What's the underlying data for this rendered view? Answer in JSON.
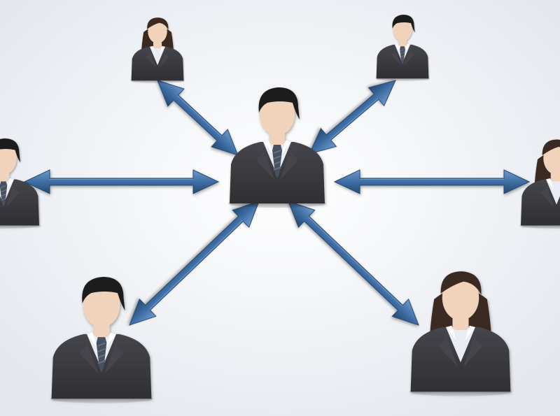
{
  "diagram": {
    "type": "network",
    "center_node": {
      "id": "hub",
      "figure": "man-avatar-icon"
    },
    "nodes": [
      {
        "id": "top-left",
        "figure": "woman-avatar-icon"
      },
      {
        "id": "top-right",
        "figure": "man-avatar-icon"
      },
      {
        "id": "left",
        "figure": "man-avatar-icon"
      },
      {
        "id": "right",
        "figure": "woman-avatar-icon"
      },
      {
        "id": "bottom-left",
        "figure": "man-avatar-icon"
      },
      {
        "id": "bottom-right",
        "figure": "woman-avatar-icon"
      }
    ],
    "connections": [
      {
        "from": "hub",
        "to": "top-left",
        "direction": "bidirectional"
      },
      {
        "from": "hub",
        "to": "top-right",
        "direction": "bidirectional"
      },
      {
        "from": "hub",
        "to": "left",
        "direction": "bidirectional"
      },
      {
        "from": "hub",
        "to": "right",
        "direction": "bidirectional"
      },
      {
        "from": "hub",
        "to": "bottom-left",
        "direction": "bidirectional"
      },
      {
        "from": "hub",
        "to": "bottom-right",
        "direction": "bidirectional"
      }
    ]
  },
  "colors": {
    "background_center": "#ffffff",
    "background_edge": "#e4e8ee",
    "arrow_fill": "#3b6aa0",
    "arrow_highlight": "#6f9bcc",
    "arrow_shadow": "#27496f",
    "suit": "#2f2f33",
    "suit_light": "#45454b",
    "shirt": "#e9edf3",
    "tie": "#4a5160",
    "skin": "#f1d2bb",
    "hair_man": "#1c1c1e",
    "hair_woman": "#3a2a22"
  }
}
